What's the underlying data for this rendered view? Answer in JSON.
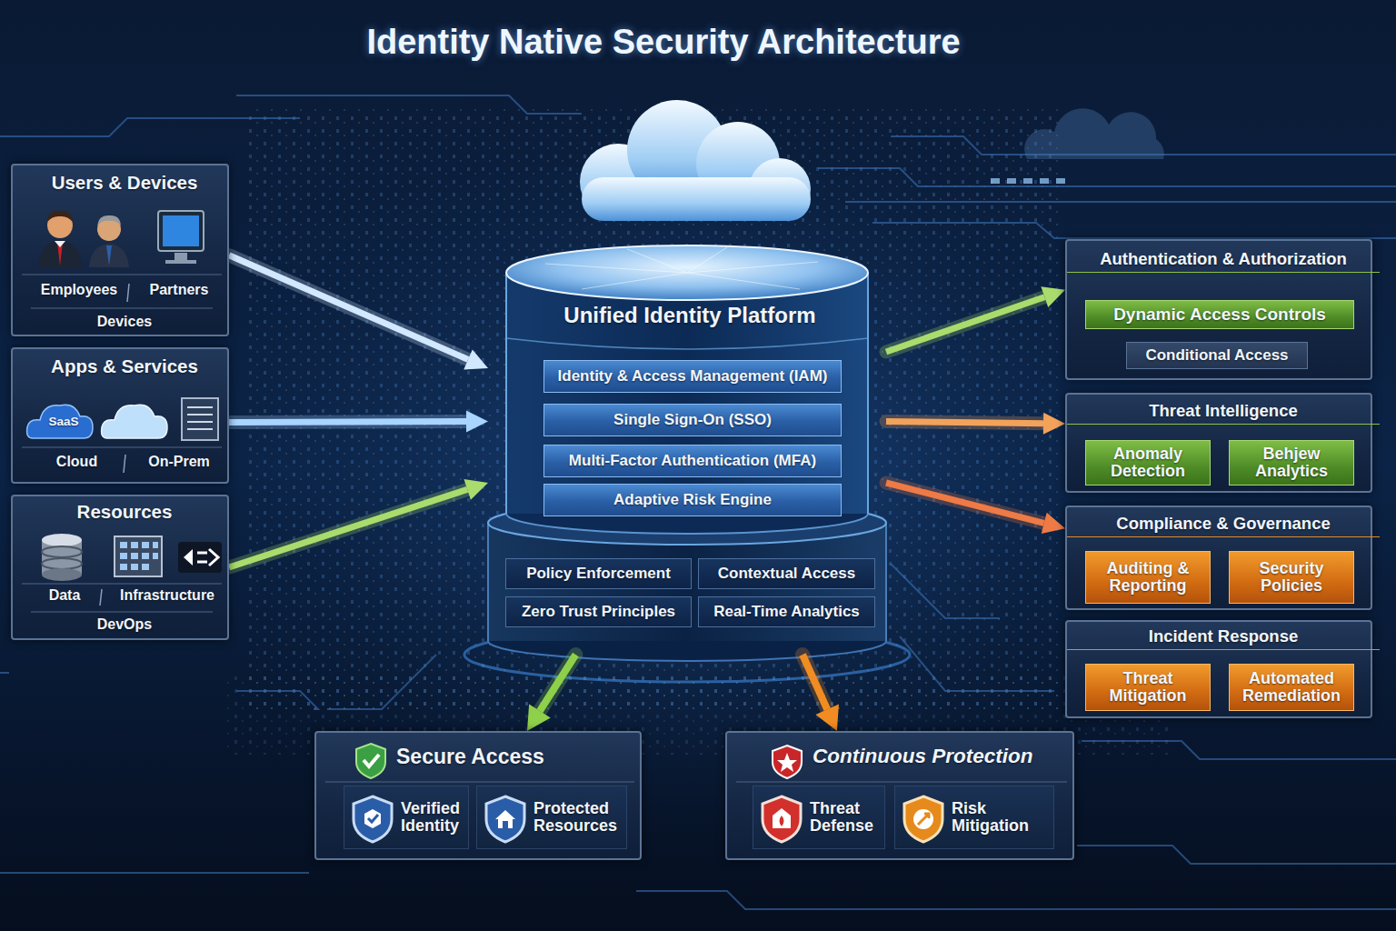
{
  "diagram": {
    "title": "Identity Native Security Architecture",
    "nodes": [
      {
        "text": [
          "Users & Devices",
          "Employees",
          "Partners",
          "Devices"
        ]
      },
      {
        "text": [
          "Apps & Services",
          "SaaS",
          "Cloud",
          "On-Prem"
        ]
      },
      {
        "text": [
          "Resources",
          "Data",
          "Infrastructure",
          "DevOps"
        ]
      },
      {
        "text": [
          "Unified Identity Platform"
        ]
      },
      {
        "text": [
          "Identity & Access Management (IAM)"
        ],
        "in": 3
      },
      {
        "text": [
          "Single Sign-On (SSO)"
        ],
        "in": 3
      },
      {
        "text": [
          "Multi-Factor Authentication (MFA)"
        ],
        "in": 3
      },
      {
        "text": [
          "Adaptive Risk Engine"
        ],
        "in": 3
      },
      {
        "text": [
          "Policy Enforcement"
        ],
        "in": 3
      },
      {
        "text": [
          "Contextual Access"
        ],
        "in": 3
      },
      {
        "text": [
          "Zero Trust Principles"
        ],
        "in": 3
      },
      {
        "text": [
          "Real-Time Analytics"
        ],
        "in": 3
      },
      {
        "text": [
          "Authentication & Authorization"
        ]
      },
      {
        "text": [
          "Dynamic Access Controls"
        ],
        "in": 12
      },
      {
        "text": [
          "Conditional Access"
        ],
        "in": 12
      },
      {
        "text": [
          "Threat Intelligence"
        ]
      },
      {
        "text": [
          "Anomaly Detection"
        ],
        "in": 15
      },
      {
        "text": [
          "Behjew Analytics"
        ],
        "in": 15
      },
      {
        "text": [
          "Compliance & Governance"
        ]
      },
      {
        "text": [
          "Auditing & Reporting"
        ],
        "in": 18
      },
      {
        "text": [
          "Security Policies"
        ],
        "in": 18
      },
      {
        "text": [
          "Incident Response"
        ]
      },
      {
        "text": [
          "Threat Mitigation"
        ],
        "in": 21
      },
      {
        "text": [
          "Automated Remediation"
        ],
        "in": 21
      },
      {
        "text": [
          "Secure Access"
        ]
      },
      {
        "text": [
          "Verified Identity"
        ],
        "in": 24
      },
      {
        "text": [
          "Protected Resources"
        ],
        "in": 24
      },
      {
        "text": [
          "Continuous Protection"
        ]
      },
      {
        "text": [
          "Threat Defense"
        ],
        "in": 27
      },
      {
        "text": [
          "Risk Mitigation"
        ],
        "in": 27
      }
    ],
    "edges": [
      {
        "from": 0,
        "to": 3,
        "arrow": "to"
      },
      {
        "from": 1,
        "to": 3,
        "arrow": "to"
      },
      {
        "from": 2,
        "to": 3,
        "arrow": "to"
      },
      {
        "from": 3,
        "to": 12,
        "arrow": "to"
      },
      {
        "from": 3,
        "to": 15,
        "arrow": "to"
      },
      {
        "from": 3,
        "to": 18,
        "arrow": "to"
      },
      {
        "from": 3,
        "to": 24,
        "arrow": "to"
      },
      {
        "from": 3,
        "to": 27,
        "arrow": "to"
      },
      {
        "from": 13,
        "to": 14,
        "arrow": "none"
      },
      {
        "from": 16,
        "to": 17,
        "arrow": "to"
      },
      {
        "from": 19,
        "to": 20,
        "arrow": "to"
      },
      {
        "from": 22,
        "to": 23,
        "arrow": "to"
      }
    ]
  }
}
